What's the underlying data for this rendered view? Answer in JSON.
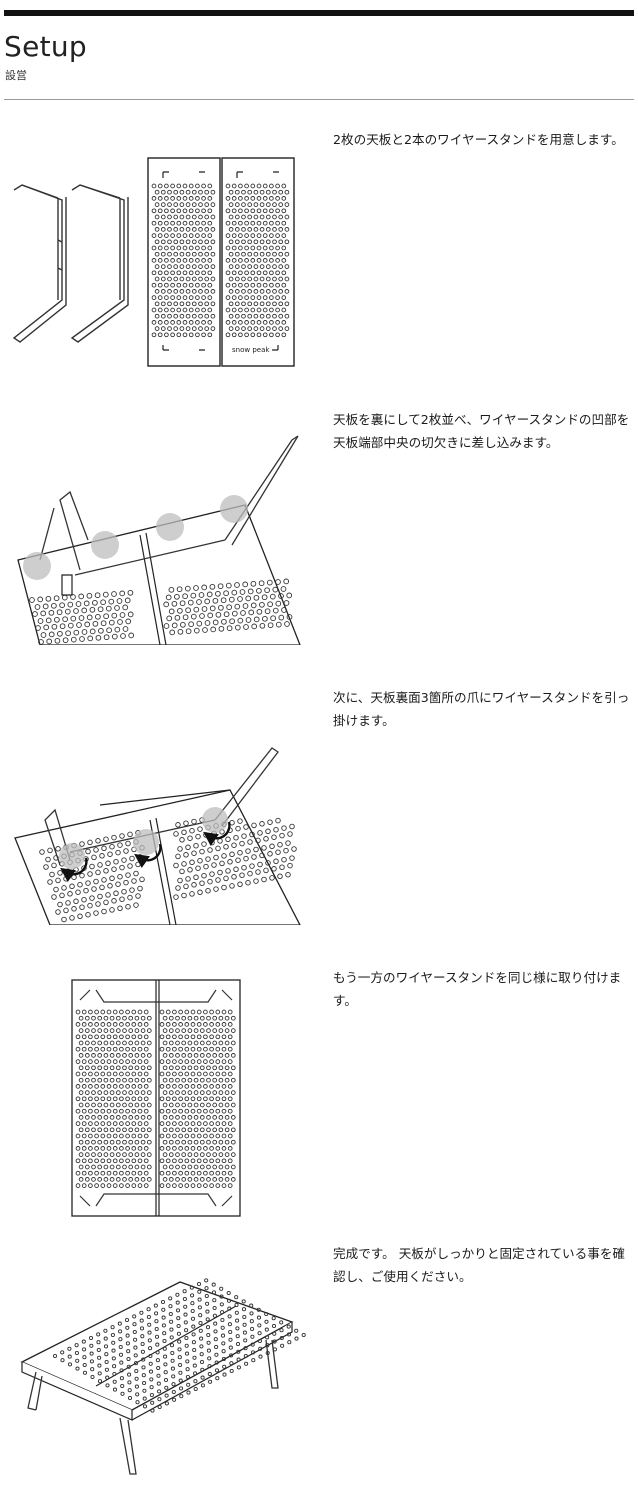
{
  "header": {
    "title": "Setup",
    "subtitle": "設営"
  },
  "steps": [
    {
      "text": "2枚の天板と2本のワイヤースタンドを用意します。"
    },
    {
      "text": "天板を裏にして2枚並べ、ワイヤースタンドの凹部を天板端部中央の切欠きに差し込みます。"
    },
    {
      "text": "次に、天板裏面3箇所の爪にワイヤースタンドを引っ掛けます。"
    },
    {
      "text": "もう一方のワイヤースタンドを同じ様に取り付けます。"
    },
    {
      "text": "完成です。 天板がしっかりと固定されている事を確認し、ご使用ください。"
    }
  ],
  "logo_text": "snow peak"
}
